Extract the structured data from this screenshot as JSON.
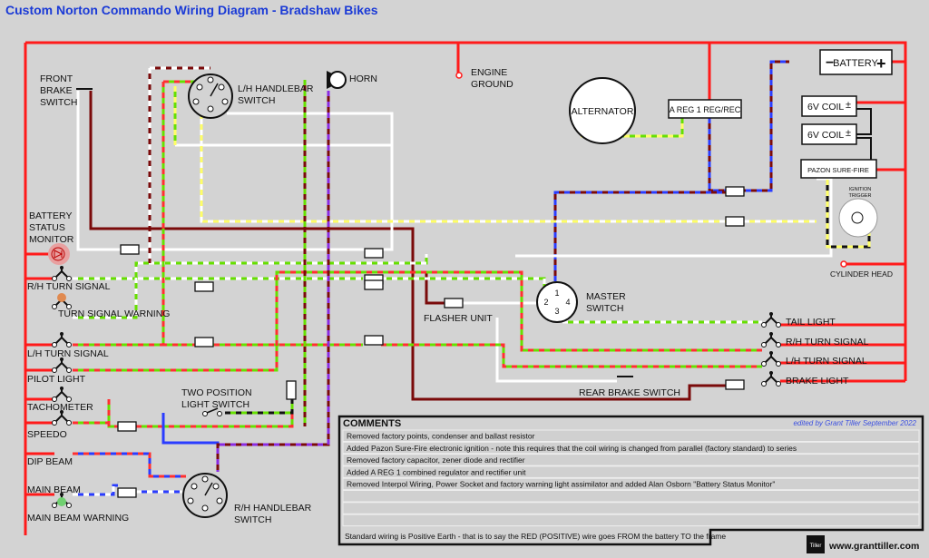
{
  "title": "Custom Norton Commando Wiring Diagram - Bradshaw Bikes",
  "colors": {
    "title": "#1a3ad6",
    "positive": "#ff1a1a",
    "brown": "#7a0a0a",
    "green": "#66e000",
    "white": "#ffffff",
    "yellow": "#ffff66",
    "blue": "#2a3cff",
    "purple": "#8a2be2",
    "black": "#111111"
  },
  "components": {
    "front_brake_switch": [
      "FRONT",
      "BRAKE",
      "SWITCH"
    ],
    "lh_handlebar_switch": [
      "L/H HANDLEBAR",
      "SWITCH"
    ],
    "horn": "HORN",
    "engine_ground": [
      "ENGINE",
      "GROUND"
    ],
    "alternator": "ALTERNATOR",
    "regulator": "A REG 1 REG/REC",
    "battery": "BATTERY",
    "battery_minus": "−",
    "battery_plus": "+",
    "coil1": "6V COIL",
    "coil2": "6V COIL",
    "pazon": "PAZON SURE-FIRE",
    "ignition_trigger": [
      "IGNITION",
      "TRIGGER"
    ],
    "cylinder_head": "CYLINDER  HEAD",
    "battery_status_monitor": [
      "BATTERY",
      "STATUS",
      "MONITOR"
    ],
    "master_switch": [
      "MASTER",
      "SWITCH"
    ],
    "master_terminals": [
      "1",
      "2",
      "3",
      "4"
    ],
    "flasher_unit": "FLASHER UNIT",
    "rear_brake_switch": "REAR BRAKE SWITCH",
    "two_position_light_switch": [
      "TWO POSITION",
      "LIGHT SWITCH"
    ],
    "rh_handlebar_switch": [
      "R/H HANDLEBAR",
      "SWITCH"
    ]
  },
  "left_lamps": [
    "R/H TURN SIGNAL",
    "TURN SIGNAL WARNING",
    "L/H TURN SIGNAL",
    "PILOT LIGHT",
    "TACHOMETER",
    "SPEEDO",
    "DIP BEAM",
    "MAIN BEAM",
    "MAIN BEAM WARNING"
  ],
  "right_lamps": [
    "TAIL LIGHT",
    "R/H TURN SIGNAL",
    "L/H TURN SIGNAL",
    "BRAKE LIGHT"
  ],
  "comments": {
    "heading": "COMMENTS",
    "edited_by": "edited by Grant Tiller September 2022",
    "rows": [
      "Removed factory points, condenser and ballast resistor",
      "Added Pazon Sure-Fire electronic ignition - note this requires that the coil wiring is changed from parallel (factory standard) to series",
      "Removed factory capacitor, zener diode and rectifier",
      "Added A REG 1 combined regulator and rectifier unit",
      "Removed Interpol Wiring, Power Socket and factory warning light assimilator and added Alan Osborn \"Battery Status Monitor\"",
      "",
      "",
      ""
    ],
    "footer": "Standard wiring is Positive Earth - that is to say the RED (POSITIVE) wire goes FROM the battery TO the frame"
  },
  "logo": {
    "mark": "Tiller",
    "website": "www.granttiller.com"
  }
}
